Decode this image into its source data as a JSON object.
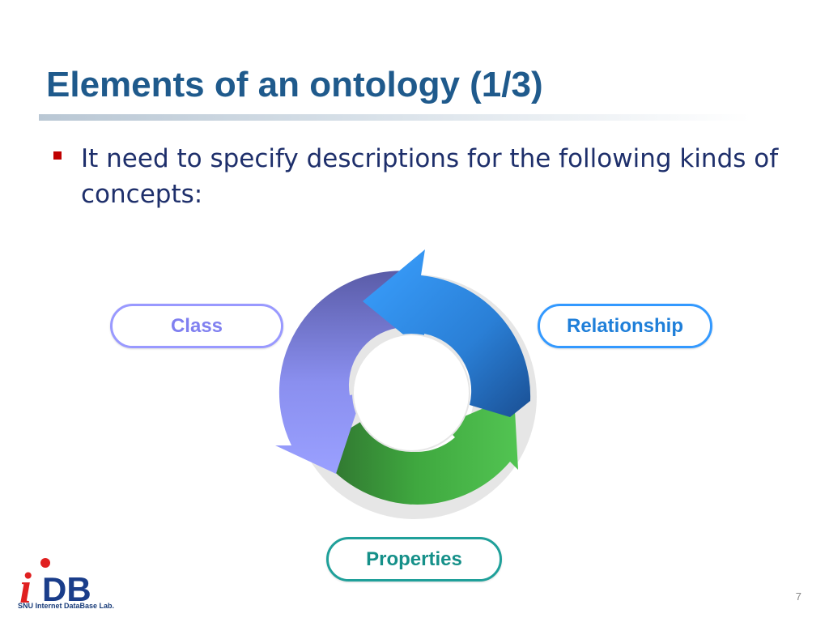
{
  "slide": {
    "title": "Elements of an ontology (1/3)",
    "bullet": "It need to specify descriptions for the following kinds of concepts:",
    "page_number": "7"
  },
  "diagram": {
    "nodes": [
      {
        "id": "class",
        "label": "Class",
        "color": "#9999ff"
      },
      {
        "id": "relationship",
        "label": "Relationship",
        "color": "#3399ff"
      },
      {
        "id": "properties",
        "label": "Properties",
        "color": "#1fa09a"
      }
    ],
    "cycle_colors": {
      "purple": "#8a8fef",
      "blue": "#3399ff",
      "green": "#44bb44"
    }
  },
  "logo": {
    "mark_i": "i",
    "mark_db": "DB",
    "subtitle": "SNU Internet DataBase Lab."
  }
}
